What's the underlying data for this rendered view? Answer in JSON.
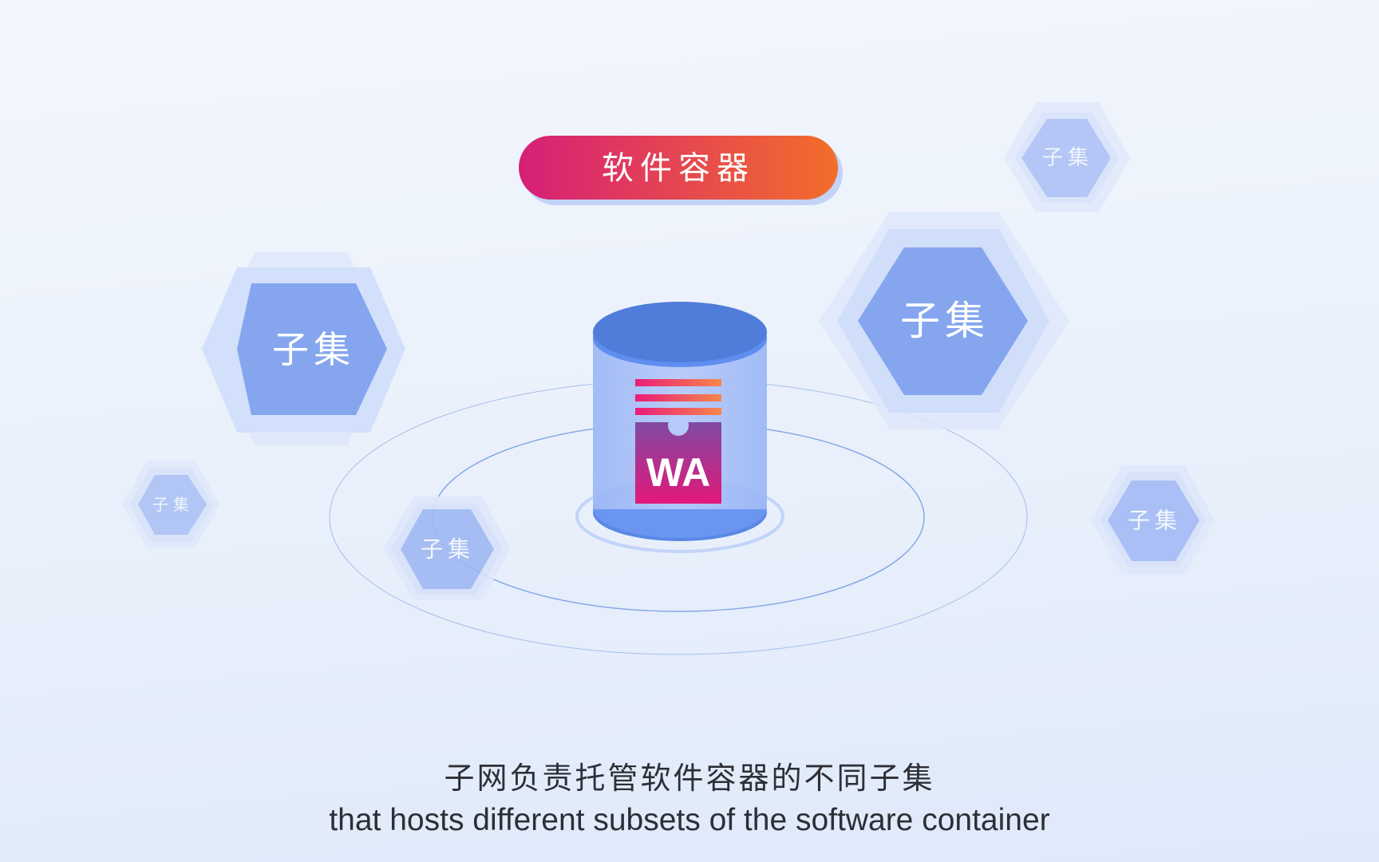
{
  "title_pill": {
    "label": "软件容器",
    "gradient_start": "#d61f78",
    "gradient_end": "#f36d2a"
  },
  "container": {
    "badge_text": "WA",
    "badge_colors": [
      "#e2187a",
      "#7f4aa3"
    ],
    "stripe_colors": [
      "#ea1c78",
      "#f7864a"
    ]
  },
  "subset_hexagons": [
    {
      "label": "子集",
      "emphasis": "high"
    },
    {
      "label": "子集",
      "emphasis": "high"
    },
    {
      "label": "子集",
      "emphasis": "low"
    },
    {
      "label": "子集",
      "emphasis": "low"
    },
    {
      "label": "子集",
      "emphasis": "low"
    },
    {
      "label": "子集",
      "emphasis": "low"
    }
  ],
  "caption": {
    "zh": "子网负责托管软件容器的不同子集",
    "en": "that hosts different subsets of the software container"
  },
  "colors": {
    "hex_fill": "#85a6ef",
    "hex_faded_fill": "#a7bdf5",
    "orbit_stroke": "#7aa0e4",
    "cylinder_top": "#4f7ddb"
  }
}
